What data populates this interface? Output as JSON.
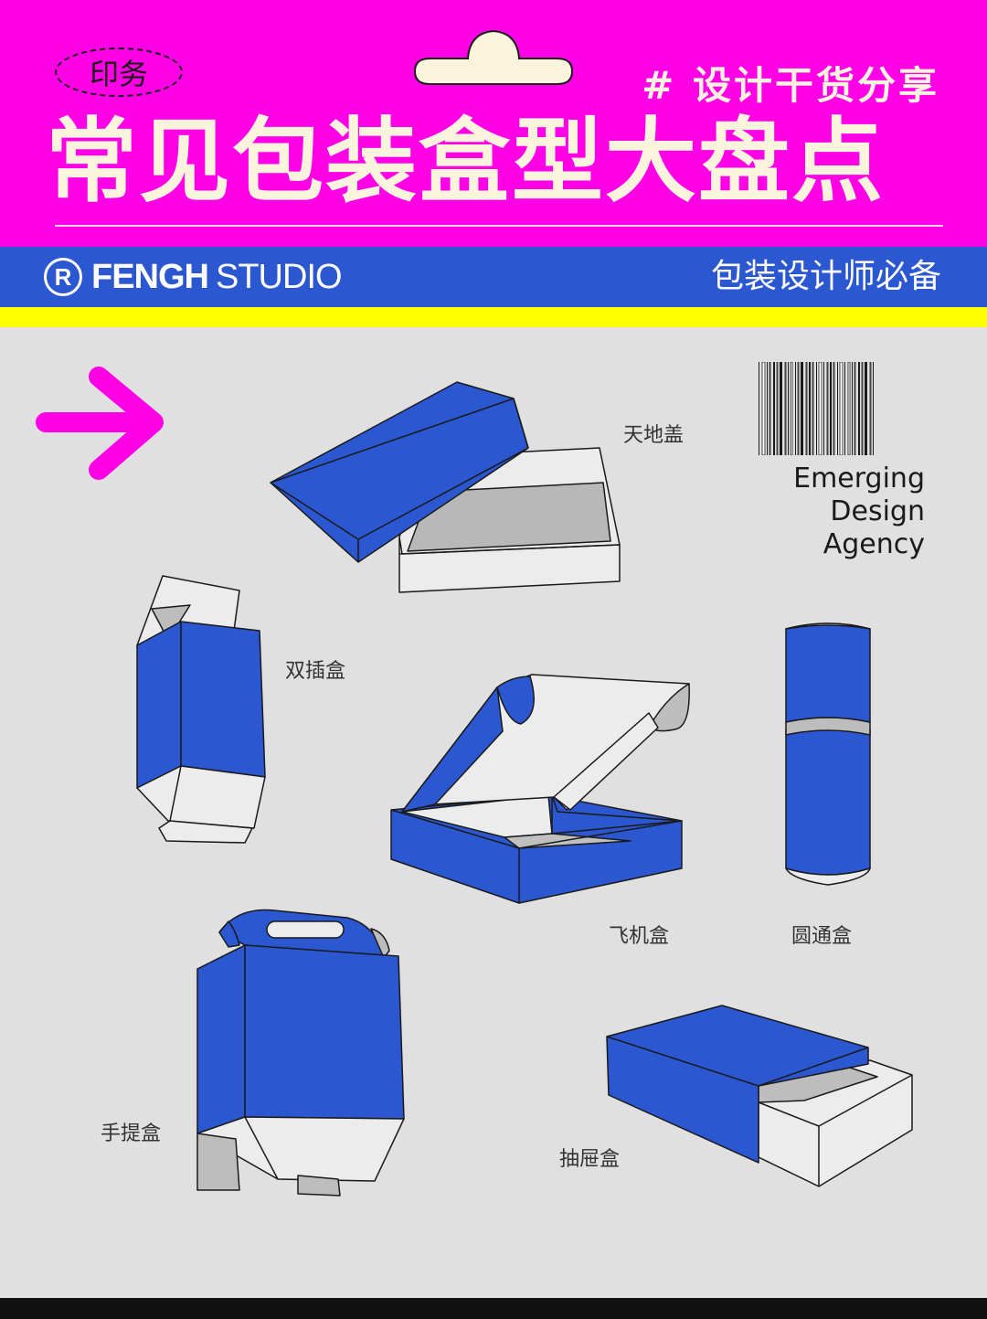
{
  "header": {
    "tag": "印务",
    "hashtag": "# 设计干货分享",
    "title": "常见包装盒型大盘点"
  },
  "band": {
    "brand_bold": "FENGH",
    "brand_light": "STUDIO",
    "brand_icon": "registered-icon",
    "right_text": "包装设计师必备"
  },
  "agency": {
    "line1": "Emerging",
    "line2": "Design",
    "line3": "Agency"
  },
  "boxes": {
    "lid_base": "天地盖",
    "double_tuck": "双插盒",
    "mailer": "飞机盒",
    "tube": "圆通盒",
    "handle": "手提盒",
    "drawer": "抽屉盒"
  },
  "colors": {
    "magenta": "#ff00e6",
    "blue": "#2b57d0",
    "yellow": "#ffff00",
    "cream": "#fbf4dc",
    "background": "#e0e0e0"
  }
}
